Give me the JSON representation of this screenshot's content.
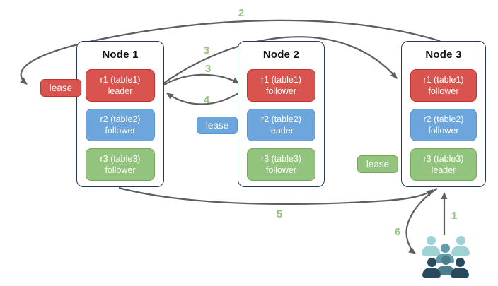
{
  "nodes": [
    {
      "title": "Node 1",
      "replicas": [
        {
          "name": "r1 (table1)",
          "role": "leader"
        },
        {
          "name": "r2 (table2)",
          "role": "follower"
        },
        {
          "name": "r3 (table3)",
          "role": "follower"
        }
      ]
    },
    {
      "title": "Node 2",
      "replicas": [
        {
          "name": "r1 (table1)",
          "role": "follower"
        },
        {
          "name": "r2 (table2)",
          "role": "leader"
        },
        {
          "name": "r3 (table3)",
          "role": "follower"
        }
      ]
    },
    {
      "title": "Node 3",
      "replicas": [
        {
          "name": "r1 (table1)",
          "role": "follower"
        },
        {
          "name": "r2 (table2)",
          "role": "follower"
        },
        {
          "name": "r3 (table3)",
          "role": "leader"
        }
      ]
    }
  ],
  "leases": [
    {
      "label": "lease",
      "color": "#d9534f"
    },
    {
      "label": "lease",
      "color": "#6ca6dd"
    },
    {
      "label": "lease",
      "color": "#93c47d"
    }
  ],
  "steps": {
    "s1": "1",
    "s2": "2",
    "s3_long": "3",
    "s3_short": "3",
    "s4": "4",
    "s5": "5",
    "s6": "6"
  },
  "colors": {
    "replica_red": "#d9534f",
    "replica_red_border": "#c9302c",
    "replica_blue": "#6ca6dd",
    "replica_blue_border": "#5693d1",
    "replica_green": "#93c47d",
    "replica_green_border": "#72a85a",
    "node_border": "#24385b",
    "arrow_gray": "#5e5e5e",
    "step_label_green": "#93c47d",
    "users_light_teal": "#9ed2d4",
    "users_mid_teal": "#5d9da8",
    "users_slate": "#4d7d8d",
    "users_dark": "#294a5d"
  }
}
